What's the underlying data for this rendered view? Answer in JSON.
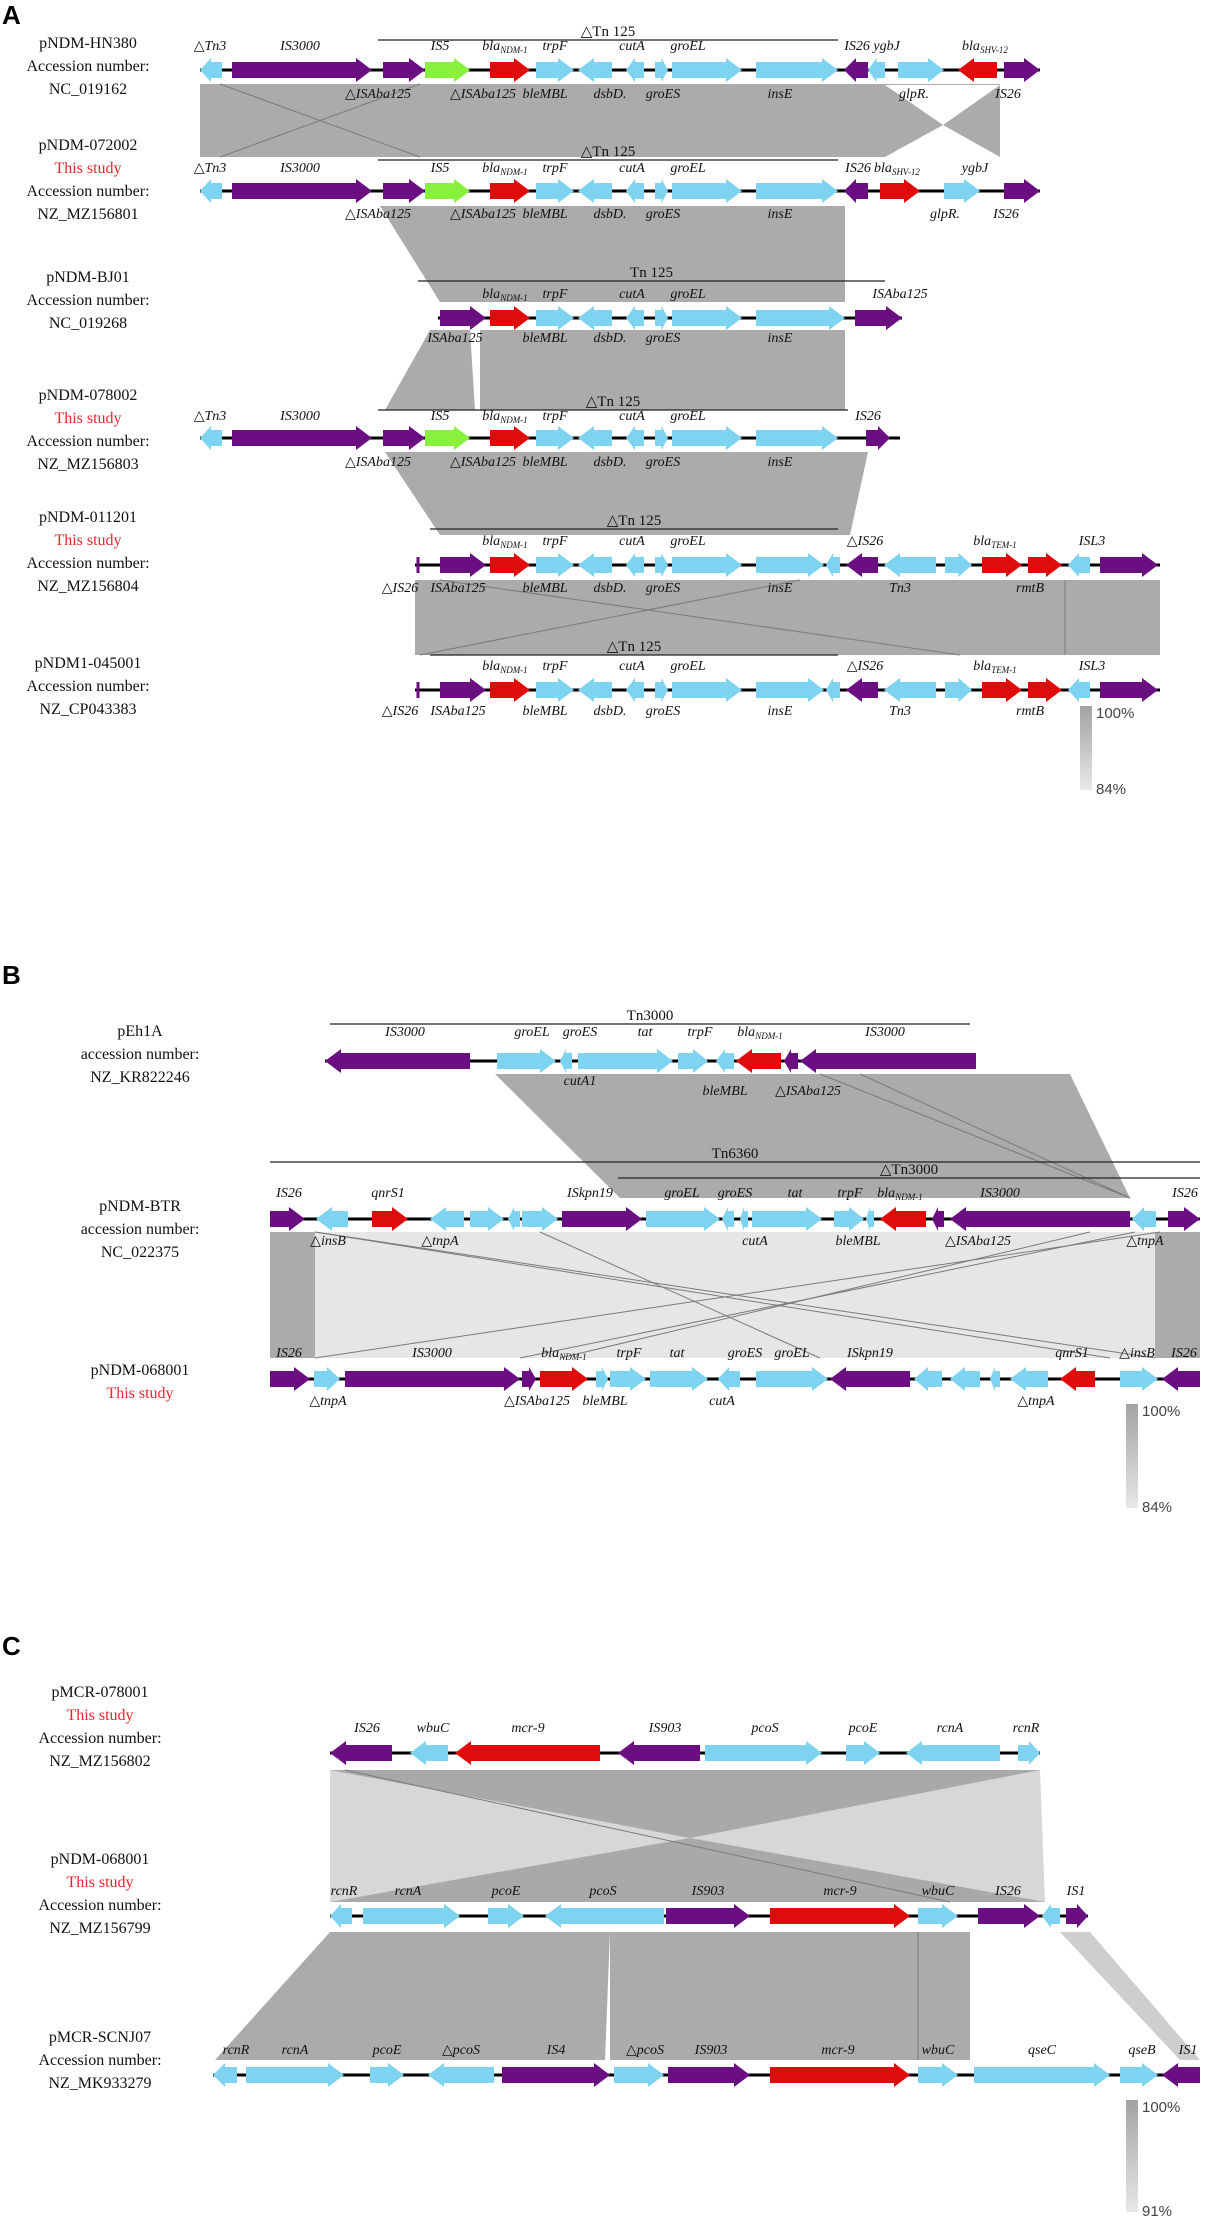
{
  "colors": {
    "purple": "#6a0e82",
    "cyan": "#7dd3f0",
    "red": "#e00c0c",
    "green": "#87f13c",
    "shade": "#a6a6a6",
    "highlight": "#e8262b"
  },
  "panels": [
    {
      "letter": "A",
      "plasmids": [
        {
          "lines": [
            "pNDM-HN380",
            "Accession number:",
            "NC_019162"
          ]
        },
        {
          "lines": [
            "pNDM-072002",
            "This study",
            "Accession number:",
            "NZ_MZ156801"
          ]
        },
        {
          "lines": [
            "pNDM-BJ01",
            "Accession number:",
            "NC_019268"
          ]
        },
        {
          "lines": [
            "pNDM-078002",
            "This study",
            "Accession number:",
            "NZ_MZ156803"
          ]
        },
        {
          "lines": [
            "pNDM-011201",
            "This study",
            "Accession number:",
            "NZ_MZ156804"
          ]
        },
        {
          "lines": [
            "pNDM1-045001",
            "Accession number:",
            "NZ_CP043383"
          ]
        }
      ],
      "transposons": [
        "△Tn 125",
        "△Tn 125",
        "Tn 125",
        "△Tn 125",
        "△Tn 125",
        "△Tn 125"
      ],
      "labels": [
        [
          "△Tn3",
          "IS3000",
          "IS5",
          "blaNDM-1",
          "trpF",
          "cutA",
          "groEL",
          "IS26 ygbJ",
          "blaSHV-12",
          "△ISAba125",
          "△ISAba125",
          "bleMBL",
          "dsbD.",
          "groES",
          "insE",
          "glpR.",
          "IS26"
        ],
        [
          "△Tn3",
          "IS3000",
          "IS5",
          "blaNDM-1",
          "trpF",
          "cutA",
          "groEL",
          "IS26",
          "blaSHV-12",
          "ygbJ",
          "△ISAba125",
          "△ISAba125",
          "bleMBL",
          "dsbD.",
          "groES",
          "insE",
          "glpR.",
          "IS26"
        ],
        [
          "blaNDM-1",
          "trpF",
          "cutA",
          "groEL",
          "ISAba125",
          "ISAba125",
          "bleMBL",
          "dsbD.",
          "groES",
          "insE"
        ],
        [
          "△Tn3",
          "IS3000",
          "IS5",
          "blaNDM-1",
          "trpF",
          "cutA",
          "groEL",
          "IS26",
          "△ISAba125",
          "△ISAba125",
          "bleMBL",
          "dsbD.",
          "groES",
          "insE"
        ],
        [
          "blaNDM-1",
          "trpF",
          "cutA",
          "groEL",
          "△IS26",
          "blaTEM-1",
          "ISL3",
          "△IS26",
          "ISAba125",
          "bleMBL",
          "dsbD.",
          "groES",
          "insE",
          "Tn3",
          "rmtB"
        ],
        [
          "blaNDM-1",
          "trpF",
          "cutA",
          "groEL",
          "△IS26",
          "blaTEM-1",
          "ISL3",
          "△IS26",
          "ISAba125",
          "bleMBL",
          "dsbD.",
          "groES",
          "insE",
          "Tn3",
          "rmtB"
        ]
      ],
      "scale": [
        "100%",
        "84%"
      ]
    },
    {
      "letter": "B",
      "plasmids": [
        {
          "lines": [
            "pEh1A",
            "accession number:",
            "NZ_KR822246"
          ]
        },
        {
          "lines": [
            "pNDM-BTR",
            "accession number:",
            "NC_022375"
          ]
        },
        {
          "lines": [
            "pNDM-068001",
            "This study"
          ]
        }
      ],
      "transposons": [
        "Tn3000",
        "Tn6360",
        "△Tn3000"
      ],
      "labels": [
        [
          "IS3000",
          "groEL",
          "groES",
          "tat",
          "trpF",
          "blaNDM-1",
          "IS3000",
          "cutA1",
          "bleMBL",
          "△ISAba125"
        ],
        [
          "IS26",
          "qnrS1",
          "ISkpn19",
          "groEL",
          "groES",
          "tat",
          "trpF",
          "blaNDM-1",
          "IS3000",
          "IS26",
          "△insB",
          "△tnpA",
          "cutA",
          "bleMBL",
          "△ISAba125",
          "△tnpA"
        ],
        [
          "IS26",
          "IS3000",
          "blaNDM-1",
          "trpF",
          "tat",
          "groES",
          "groEL",
          "ISkpn19",
          "qnrS1",
          "△insB",
          "IS26",
          "△tnpA",
          "△ISAba125",
          "bleMBL",
          "cutA",
          "△tnpA"
        ]
      ],
      "scale": [
        "100%",
        "84%"
      ]
    },
    {
      "letter": "C",
      "plasmids": [
        {
          "lines": [
            "pMCR-078001",
            "This study",
            "Accession number:",
            "NZ_MZ156802"
          ]
        },
        {
          "lines": [
            "pNDM-068001",
            "This study",
            "Accession number:",
            "NZ_MZ156799"
          ]
        },
        {
          "lines": [
            "pMCR-SCNJ07",
            "Accession number:",
            "NZ_MK933279"
          ]
        }
      ],
      "labels": [
        [
          "IS26",
          "wbuC",
          "mcr-9",
          "IS903",
          "pcoS",
          "pcoE",
          "rcnA",
          "rcnR"
        ],
        [
          "rcnR",
          "rcnA",
          "pcoE",
          "pcoS",
          "IS903",
          "mcr-9",
          "wbuC",
          "IS26",
          "IS1"
        ],
        [
          "rcnR",
          "rcnA",
          "pcoE",
          "△pcoS",
          "IS4",
          "△pcoS",
          "IS903",
          "mcr-9",
          "wbuC",
          "qseC",
          "qseB",
          "IS1"
        ]
      ],
      "scale": [
        "100%",
        "91%"
      ]
    }
  ]
}
